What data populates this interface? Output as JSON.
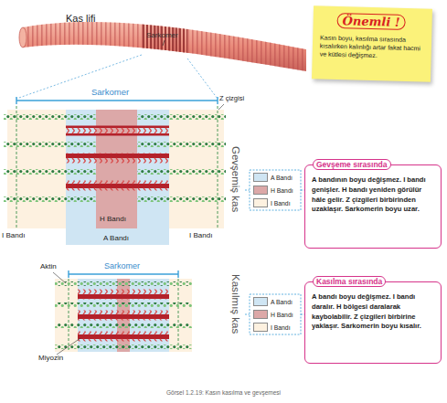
{
  "diagram": {
    "caption": "Görsel 1.2.19: Kasın kasılma ve gevşemesi",
    "nodes": [
      {
        "text": [
          "Önemli !",
          "Kasın boyu, kasılma sırasında kısalırken kalınlığı artar fakat hacmi ve kütlesi değişmez."
        ]
      },
      {
        "text": [
          "Gevşeme sırasında",
          "A bandının boyu değişmez. I bandı genişler. H bandı yeniden görülür hâle gelir. Z çizgileri birbirinden uzaklaşır. Sarkomerin boyu uzar."
        ]
      },
      {
        "text": [
          "Kasılma sırasında",
          "A bandı boyu değişmez. I bandı daralır. H bölgesi daralarak kaybolabilir. Z çizgileri birbirine yaklaşır. Sarkomerin boyu kısalır."
        ]
      }
    ],
    "labels": [
      "Kas lifi",
      "Sarkomer",
      "Sarkomer",
      "Z çizgisi",
      "Gevşemiş kas",
      "I Bandı",
      "H Bandı",
      "A Bandı",
      "I Bandı",
      "Sarkomer",
      "Aktin",
      "Kasılmış kas",
      "Miyozin"
    ],
    "legend": [
      {
        "text": "A Bandı",
        "color": "#cfe5f3"
      },
      {
        "text": "H Bandı",
        "color": "#dca8a8"
      },
      {
        "text": "I Bandı",
        "color": "#fdf1e0"
      },
      {
        "text": "A Bandı",
        "color": "#cfe5f3"
      },
      {
        "text": "H Bandı",
        "color": "#dca8a8"
      },
      {
        "text": "I Bandı",
        "color": "#fdf1e0"
      }
    ]
  }
}
